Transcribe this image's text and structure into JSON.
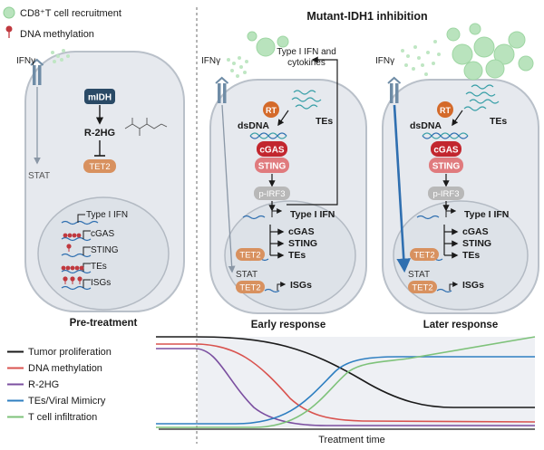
{
  "legend_top": {
    "cd8": "CD8⁺T cell recruitment",
    "methylation": "DNA methylation"
  },
  "header": {
    "title": "Mutant-IDH1 inhibition"
  },
  "type1ifn_cytokines": [
    "Type I IFN and",
    "cytokines"
  ],
  "cells": {
    "pre": {
      "ifn": "IFNγ",
      "midh": "mIDH",
      "r2hg": "R-2HG",
      "tet2": "TET2",
      "stat": "STAT",
      "genes": [
        "Type I IFN",
        "cGAS",
        "STING",
        "TEs",
        "ISGs"
      ],
      "label": "Pre-treatment"
    },
    "early": {
      "ifn": "IFNγ",
      "rt": "RT",
      "tes": "TEs",
      "dsdna": "dsDNA",
      "cgas": "cGAS",
      "sting": "STING",
      "pirf3": "p-IRF3",
      "type1ifn": "Type I IFN",
      "genes": [
        "cGAS",
        "STING",
        "TEs"
      ],
      "tet2a": "TET2",
      "stat": "STAT",
      "tet2b": "TET2",
      "isgs": "ISGs",
      "label": "Early response"
    },
    "later": {
      "ifn": "IFNγ",
      "rt": "RT",
      "tes": "TEs",
      "dsdna": "dsDNA",
      "cgas": "cGAS",
      "sting": "STING",
      "pirf3": "p-IRF3",
      "type1ifn": "Type I IFN",
      "genes": [
        "cGAS",
        "STING",
        "TEs"
      ],
      "tet2a": "TET2",
      "stat": "STAT",
      "tet2b": "TET2",
      "isgs": "ISGs",
      "label": "Later response"
    }
  },
  "legend_bottom": [
    {
      "name": "Tumor proliferation",
      "color": "#1a1a1a"
    },
    {
      "name": "DNA methylation",
      "color": "#d9534f"
    },
    {
      "name": "R-2HG",
      "color": "#7b4fa0"
    },
    {
      "name": "TEs/Viral Mimicry",
      "color": "#2f7fc1"
    },
    {
      "name": "T cell infiltration",
      "color": "#7ec27a"
    }
  ],
  "xaxis_label": "Treatment time",
  "colors": {
    "cell_fill": "#e6e9ee",
    "cell_stroke": "#b9c0c9",
    "nucleus_fill": "#dde2e8",
    "midh": "#2a4a66",
    "tet2": "#d8915f",
    "rt": "#d46a2a",
    "cgas": "#c2262e",
    "sting": "#e07b7e",
    "pirf3": "#b8b8b8",
    "green_cell": "#b9e3bd",
    "methyl": "#c0393f",
    "receptor": "#6f8ca6"
  }
}
